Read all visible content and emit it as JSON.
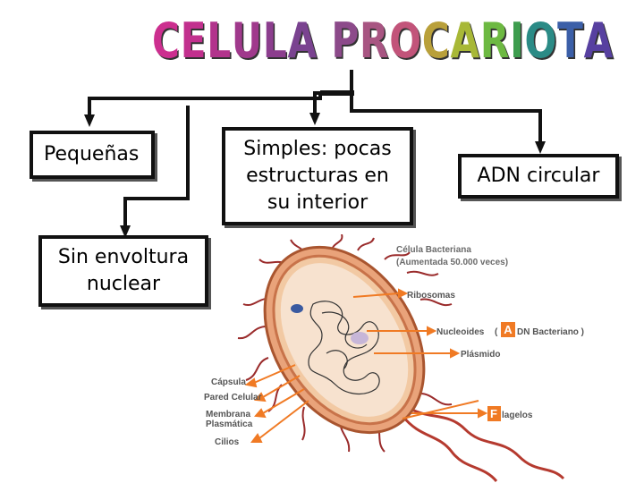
{
  "title": {
    "letters": [
      "C",
      "E",
      "L",
      "U",
      "L",
      "A",
      " ",
      "P",
      "R",
      "O",
      "C",
      "A",
      "R",
      "I",
      "O",
      "T",
      "A"
    ],
    "colors": [
      "#cc2f8f",
      "#c2308e",
      "#b2338c",
      "#a0398c",
      "#8c3e8e",
      "#7a4390",
      "#7a4390",
      "#8c4a8a",
      "#a85582",
      "#c2547a",
      "#b9a03a",
      "#a8b837",
      "#6db942",
      "#3e9d4f",
      "#2b8b86",
      "#3b5fa8",
      "#5740a0"
    ]
  },
  "boxes": {
    "pequenas": "Pequeñas",
    "simples": "Simples: pocas estructuras en su interior",
    "adn": "ADN circular",
    "sin_envoltura": "Sin envoltura nuclear"
  },
  "cell_image": {
    "header_line1": "Célula Bacteriana",
    "header_line2": "(Aumentada 50.000 veces)",
    "labels": {
      "ribosomas": "Ribosomas",
      "nucleoides": "Nucleoides",
      "adn_bacteriano": "DN Bacteriano )",
      "plasmido": "Plásmido",
      "flagelos": "lagelos",
      "capsula": "Cápsula",
      "pared_celular": "Pared Celular",
      "membrana_1": "Membrana",
      "membrana_2": "Plasmática",
      "cilios": "Cilios"
    },
    "badges": {
      "a": "A",
      "f": "F"
    },
    "paren": "("
  }
}
